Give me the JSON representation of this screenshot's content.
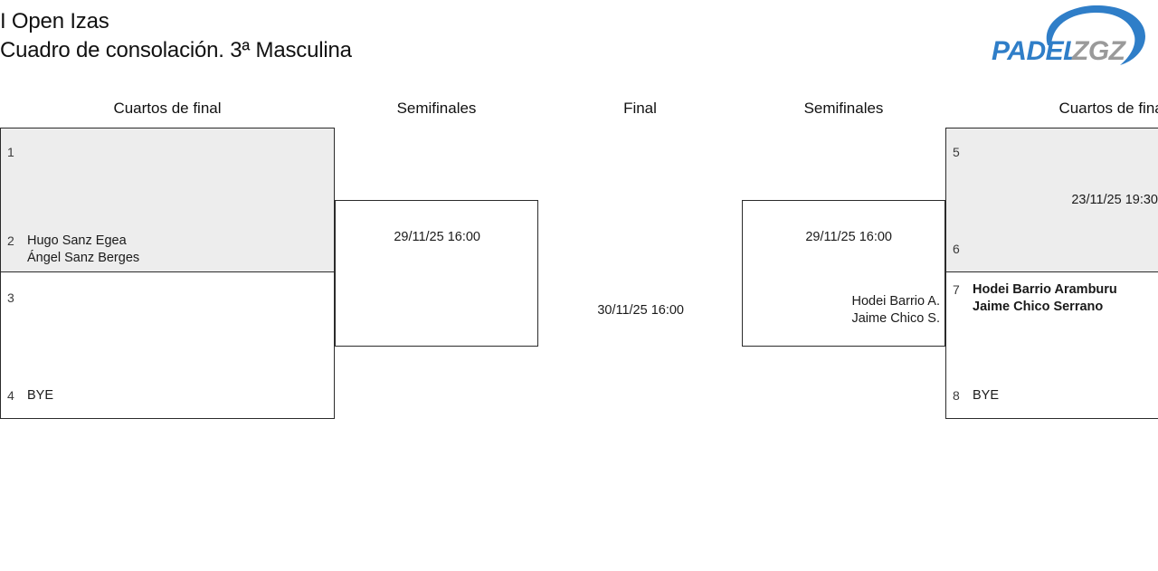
{
  "header": {
    "title_line_1": "I Open Izas",
    "title_line_2": "Cuadro de consolación. 3ª Masculina",
    "logo": {
      "brand_primary": "PADEL",
      "brand_secondary": "ZGZ",
      "color_primary": "#2f7ec8",
      "color_secondary": "#9a9a9a"
    }
  },
  "rounds": {
    "qf_left_label": "Cuartos de final",
    "sf_left_label": "Semifinales",
    "final_label": "Final",
    "sf_right_label": "Semifinales",
    "qf_right_label": "Cuartos de final"
  },
  "colors": {
    "shaded_box": "#ededed",
    "box_border": "#2b2b2b",
    "text": "#1a1a1a",
    "seed_text": "#3a3a3a"
  },
  "bracket": {
    "left": {
      "quarterfinals": [
        {
          "shaded": true,
          "slots": [
            {
              "seed": "1",
              "line1": "",
              "line2": "",
              "bold": false
            },
            {
              "seed": "2",
              "line1": "Hugo Sanz Egea",
              "line2": "Ángel Sanz Berges",
              "bold": false
            }
          ]
        },
        {
          "shaded": false,
          "slots": [
            {
              "seed": "3",
              "line1": "",
              "line2": "",
              "bold": false
            },
            {
              "seed": "4",
              "line1": "BYE",
              "line2": "",
              "bold": false
            }
          ]
        }
      ],
      "semifinal": {
        "date": "29/11/25 16:00",
        "team_line1": "",
        "team_line2": ""
      }
    },
    "final": {
      "date": "30/11/25 16:00"
    },
    "right": {
      "semifinal": {
        "date": "29/11/25 16:00",
        "team_line1": "Hodei Barrio A.",
        "team_line2": "Jaime Chico S."
      },
      "quarterfinals": [
        {
          "shaded": true,
          "date": "23/11/25 19:30",
          "slots": [
            {
              "seed": "5",
              "line1": "",
              "line2": "",
              "bold": false
            },
            {
              "seed": "6",
              "line1": "",
              "line2": "",
              "bold": false
            }
          ]
        },
        {
          "shaded": false,
          "date": "",
          "slots": [
            {
              "seed": "7",
              "line1": "Hodei Barrio Aramburu",
              "line2": "Jaime Chico Serrano",
              "bold": true
            },
            {
              "seed": "8",
              "line1": "BYE",
              "line2": "",
              "bold": false
            }
          ]
        }
      ]
    }
  }
}
